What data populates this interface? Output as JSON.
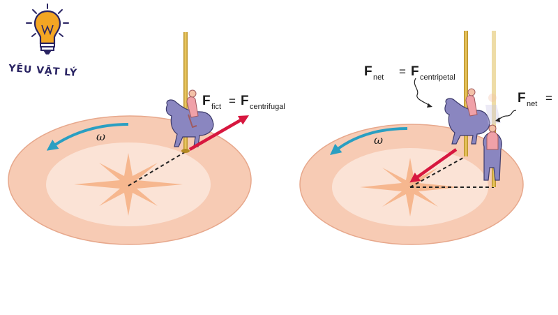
{
  "logo": {
    "text": "YÊU VẬT LÝ",
    "icon": "lightbulb-icon"
  },
  "left_panel": {
    "omega": "ω",
    "force_lhs": "F",
    "force_lhs_sub": "fict",
    "equals": "=",
    "force_rhs": "F",
    "force_rhs_sub": "centrifugal"
  },
  "right_panel": {
    "omega": "ω",
    "force_lhs": "F",
    "force_lhs_sub": "net",
    "equals": "=",
    "force_rhs": "F",
    "force_rhs_sub": "centripetal",
    "force2_lhs": "F",
    "force2_lhs_sub": "net",
    "force2_equals": "="
  },
  "colors": {
    "platform_outer": "#f7cbb4",
    "platform_inner": "#fbe3d6",
    "platform_edge": "#e7a88c",
    "star": "#f6b78f",
    "omega_arrow": "#2a9fc2",
    "force_arrow": "#d7173f",
    "pole": "#d9b23a",
    "horse": "#8a86c0",
    "rider": "#f0a1a8",
    "logo_text": "#2a2463",
    "bulb": "#f4a623"
  }
}
